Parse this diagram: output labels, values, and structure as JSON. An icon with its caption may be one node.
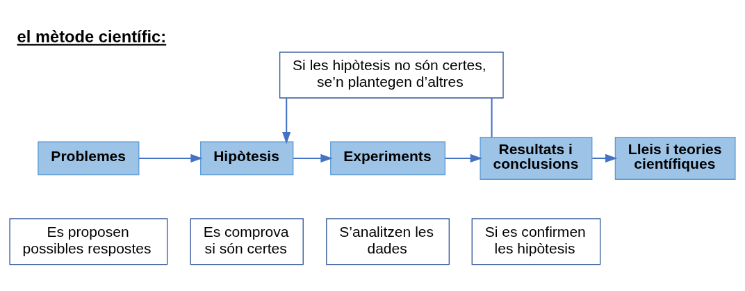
{
  "diagram": {
    "title": "el mètode científic:",
    "nodes": [
      {
        "text": [
          "Si les hipòtesis no són certes, se’n plantegen d’altres"
        ]
      },
      {
        "text": [
          "Problemes"
        ]
      },
      {
        "text": [
          "Hipòtesis"
        ]
      },
      {
        "text": [
          "Experiments"
        ]
      },
      {
        "text": [
          "Resultats i conclusions"
        ]
      },
      {
        "text": [
          "Lleis i teories científiques"
        ]
      },
      {
        "text": [
          "Es proposen possibles respostes"
        ]
      },
      {
        "text": [
          "Es comprova si són certes"
        ]
      },
      {
        "text": [
          "S’analitzen les dades"
        ]
      },
      {
        "text": [
          "Si es confirmen les hipòtesis"
        ]
      }
    ],
    "edges": [
      {
        "from": 4,
        "to": 0,
        "arrow": "none"
      },
      {
        "from": 0,
        "to": 2,
        "arrow": "to"
      },
      {
        "from": 1,
        "to": 2,
        "arrow": "to"
      },
      {
        "from": 2,
        "to": 3,
        "arrow": "to"
      },
      {
        "from": 3,
        "to": 4,
        "arrow": "to"
      },
      {
        "from": 4,
        "to": 5,
        "arrow": "to"
      }
    ]
  }
}
